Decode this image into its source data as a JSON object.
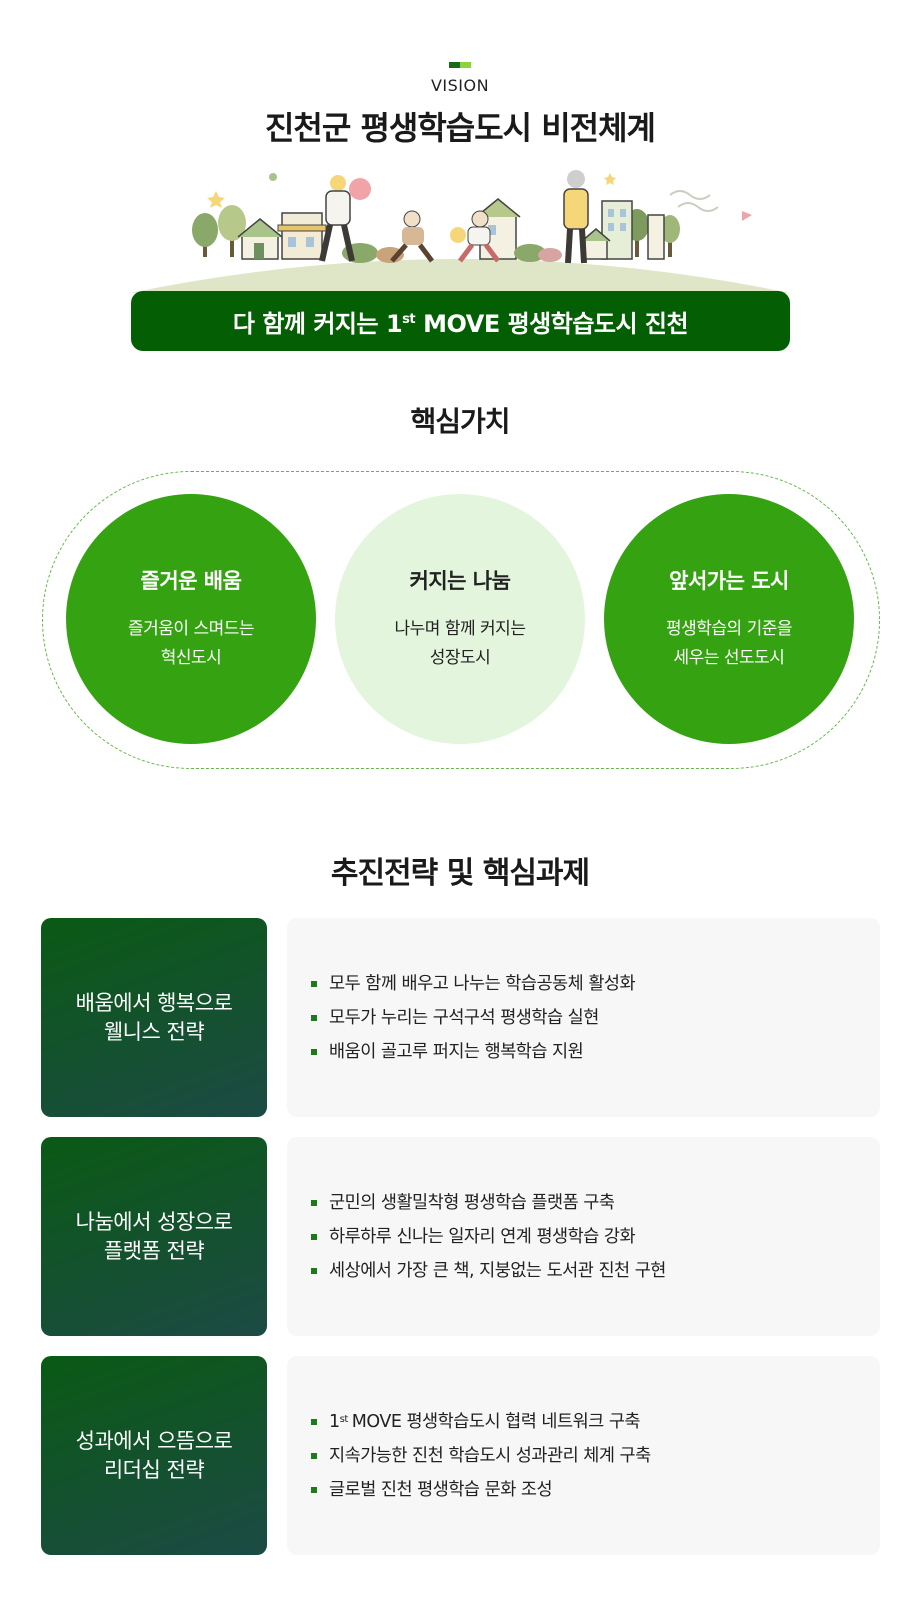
{
  "header": {
    "vision_label": "VISION",
    "title": "진천군 평생학습도시 비전체계"
  },
  "slogan": {
    "prefix": "다 함께 커지는 1",
    "sup": "st",
    "suffix": "MOVE 평생학습도시 진천"
  },
  "core_values": {
    "title": "핵심가치",
    "items": [
      {
        "title": "즐거운 배움",
        "desc_line1": "즐거움이 스며드는",
        "desc_line2": "혁신도시"
      },
      {
        "title": "커지는 나눔",
        "desc_line1": "나누며 함께 커지는",
        "desc_line2": "성장도시"
      },
      {
        "title": "앞서가는 도시",
        "desc_line1": "평생학습의 기준을",
        "desc_line2": "세우는 선도도시"
      }
    ]
  },
  "strategies": {
    "title": "추진전략 및 핵심과제",
    "items": [
      {
        "name_line1": "배움에서 행복으로",
        "name_line2": "웰니스 전략",
        "tasks": [
          "모두 함께 배우고 나누는 학습공동체 활성화",
          "모두가 누리는 구석구석 평생학습 실현",
          "배움이 골고루 퍼지는 행복학습 지원"
        ]
      },
      {
        "name_line1": "나눔에서 성장으로",
        "name_line2": "플랫폼 전략",
        "tasks": [
          "군민의 생활밀착형 평생학습 플랫폼 구축",
          "하루하루 신나는 일자리 연계 평생학습 강화",
          "세상에서 가장 큰 책, 지붕없는 도서관 진천 구현"
        ]
      },
      {
        "name_line1": "성과에서 으뜸으로",
        "name_line2": "리더십 전략",
        "task1_prefix": "1",
        "task1_sup": "st",
        "task1_suffix": "MOVE 평생학습도시 협력 네트워크 구축",
        "tasks": [
          "지속가능한 진천 학습도시 성과관리 체계 구축",
          "글로벌 진천 평생학습 문화 조성"
        ]
      }
    ]
  },
  "colors": {
    "brand_dark": "#045e04",
    "circle_dark": "#35a311",
    "circle_light": "#e3f6dd",
    "strategy_gradient_start": "#0a5a14",
    "strategy_gradient_end": "#1c4a45"
  }
}
